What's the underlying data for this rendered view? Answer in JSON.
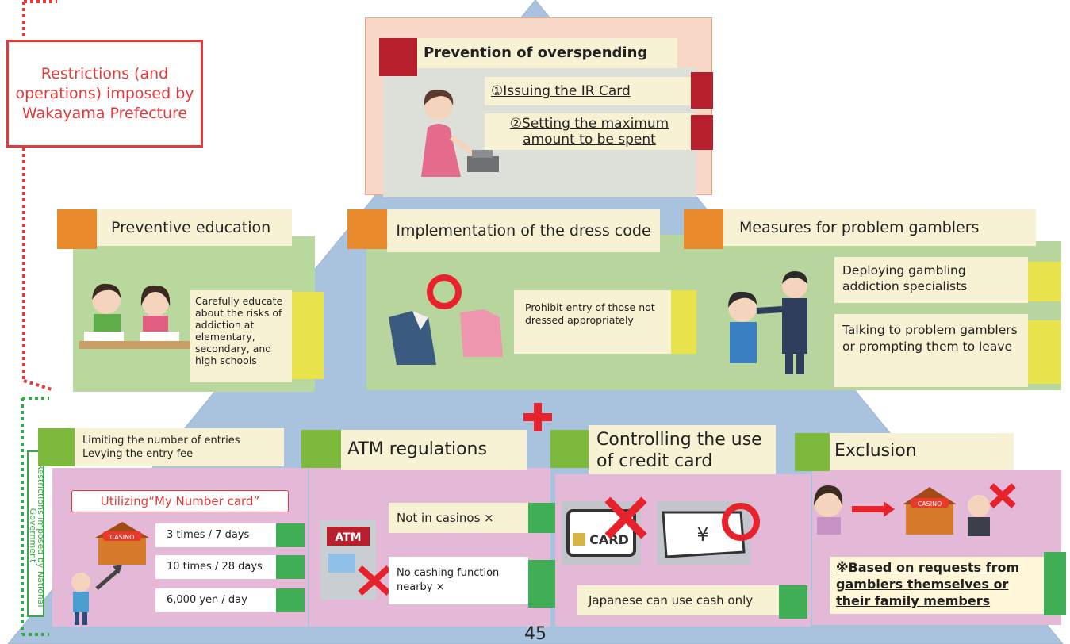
{
  "wakayama_label": "Restrictions (and operations) imposed by Wakayama Prefecture",
  "national_label": "Restrictions imposed by National Government",
  "top_block": {
    "title": "Prevention of overspending",
    "item1": "①Issuing the IR Card",
    "item2": "②Setting the maximum amount to be spent"
  },
  "middle": {
    "education": {
      "title": "Preventive education",
      "text": "Carefully educate about the risks of addiction at elementary, secondary, and high schools"
    },
    "dress_code": {
      "title": "Implementation of the dress code",
      "text": "Prohibit entry of those not dressed appropriately"
    },
    "problem_gamblers": {
      "title": "Measures for problem gamblers",
      "item1": "Deploying gambling addiction specialists",
      "item2": "Talking to problem gamblers or prompting them to leave"
    }
  },
  "bottom": {
    "entries": {
      "line1": "Limiting the number of entries",
      "line2": "Levying the entry fee",
      "my_number": "Utilizing“My Number card”",
      "limits": [
        "3 times / 7 days",
        "10 times / 28 days",
        "6,000 yen / day"
      ]
    },
    "atm": {
      "title": "ATM regulations",
      "item1": "Not in casinos ×",
      "item2": "No cashing function nearby ×"
    },
    "credit": {
      "title": "Controlling the use of credit card",
      "note": "Japanese can use cash only"
    },
    "exclusion": {
      "title": "Exclusion",
      "note": "※Based on requests from gamblers themselves or their family members"
    }
  },
  "page_number": "45",
  "colors": {
    "accent_red": "#b81f2d",
    "orange": "#e88a2c",
    "yellow": "#e8e34a",
    "green": "#3fae55",
    "wakayama_red": "#e23a3a",
    "national_green": "#3aa84a"
  },
  "icons": [
    "casino-icon",
    "atm-icon",
    "credit-card-icon",
    "yen-banknote-icon",
    "cross-icon",
    "circle-ok-icon",
    "arrow-icon",
    "plus-icon"
  ]
}
